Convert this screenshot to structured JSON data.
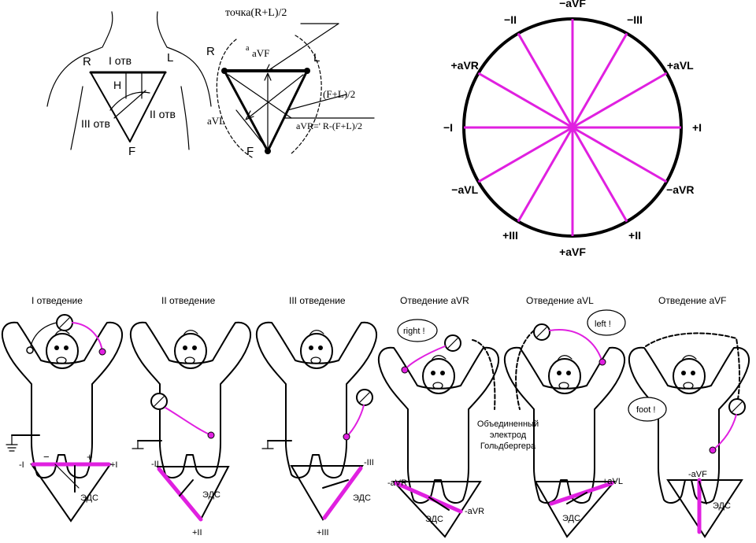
{
  "colors": {
    "lead_line": "#e020e0",
    "ink": "#000000",
    "background": "#ffffff"
  },
  "einthoven": {
    "R": "R",
    "L": "L",
    "F": "F",
    "lead_I": "I отв",
    "lead_II": "II отв",
    "lead_III": "III отв",
    "H": "H"
  },
  "augmented": {
    "R": "R",
    "L": "L",
    "F": "F",
    "top_label": "точка(R+L)/2",
    "aVF": "aVF",
    "aVL": "aVL",
    "fl_label": "(F+L)/2",
    "avr_formula": "aVR=' R-(F+L)/2",
    "small_a": "a"
  },
  "hexaxial": {
    "labels": [
      {
        "text": "−aVF",
        "angle": -90
      },
      {
        "text": "−III",
        "angle": -60
      },
      {
        "text": "+aVL",
        "angle": -30
      },
      {
        "text": "+I",
        "angle": 0
      },
      {
        "text": "−aVR",
        "angle": 30
      },
      {
        "text": "+II",
        "angle": 60
      },
      {
        "text": "+aVF",
        "angle": 90
      },
      {
        "text": "+III",
        "angle": 120
      },
      {
        "text": "−aVL",
        "angle": 150
      },
      {
        "text": "−I",
        "angle": 180
      },
      {
        "text": "+aVR",
        "angle": 210
      },
      {
        "text": "−II",
        "angle": 240
      }
    ]
  },
  "panels": [
    {
      "title": "I отведение",
      "left": "-I",
      "right": "+I",
      "emf": "ЭДС",
      "plus": "+",
      "minus": "−"
    },
    {
      "title": "II отведение",
      "top": "-II",
      "bottom": "+II",
      "emf": "ЭДС"
    },
    {
      "title": "III отведение",
      "top": "-III",
      "bottom": "+III",
      "emf": "ЭДС"
    },
    {
      "title": "Отведение aVR",
      "left": "-aVR",
      "right": "-aVR",
      "emf": "ЭДС",
      "speech": "right !"
    },
    {
      "title": "Отведение aVL",
      "right": "+aVL",
      "emf": "ЭДС",
      "speech": "left !"
    },
    {
      "title": "Отведение aVF",
      "top": "-aVF",
      "emf": "ЭДС",
      "speech": "foot !"
    }
  ],
  "goldberger_note": [
    "Объединенный",
    "электрод",
    "Гольдбергера"
  ]
}
